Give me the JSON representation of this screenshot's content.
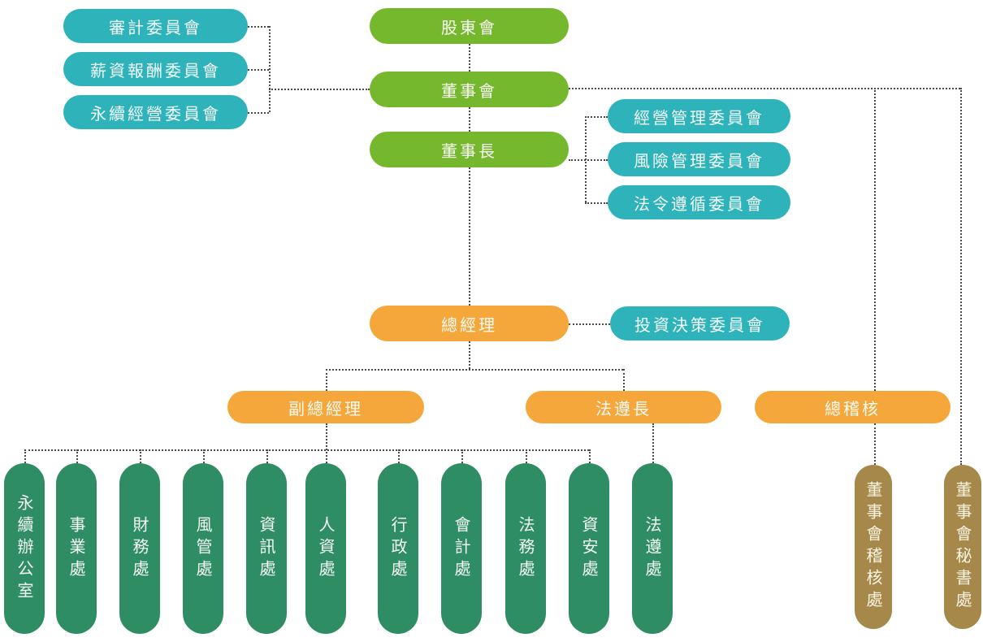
{
  "palette": {
    "green": "#76b82d",
    "teal": "#2db3b9",
    "orange": "#f5a73b",
    "dark_green": "#2e8d62",
    "olive": "#a6894a",
    "line": "#4a4a4a",
    "text": "#ffffff"
  },
  "nodes": {
    "shareholders": "股東會",
    "board": "董事會",
    "chairman": "董事長",
    "president": "總經理",
    "investment_committee": "投資決策委員會",
    "vice_president": "副總經理",
    "chief_compliance_officer": "法遵長",
    "chief_auditor": "總稽核"
  },
  "left_committees": [
    "審計委員會",
    "薪資報酬委員會",
    "永續經營委員會"
  ],
  "right_committees": [
    "經營管理委員會",
    "風險管理委員會",
    "法令遵循委員會"
  ],
  "departments": [
    "永續辦公室",
    "事業處",
    "財務處",
    "風管處",
    "資訊處",
    "人資處",
    "行政處",
    "會計處",
    "法務處",
    "資安處",
    "法遵處"
  ],
  "board_offices": [
    "董事會稽核處",
    "董事會秘書處"
  ]
}
